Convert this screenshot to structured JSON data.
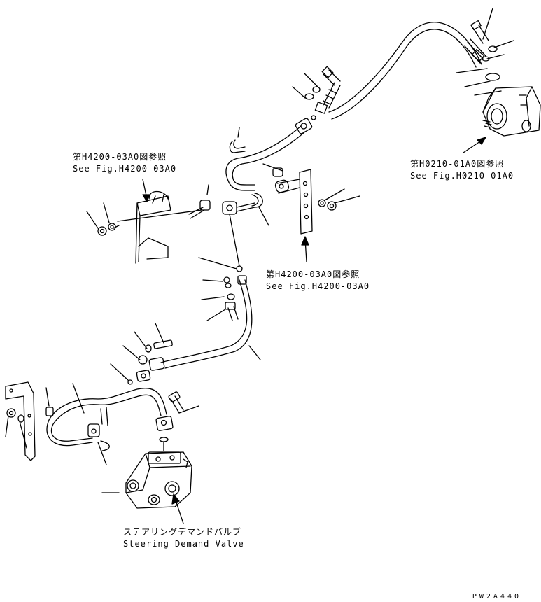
{
  "labels": {
    "ref_top_left": {
      "jp": "第H4200-03A0図参照",
      "en": "See Fig.H4200-03A0"
    },
    "ref_pump": {
      "jp": "第H0210-01A0図参照",
      "en": "See Fig.H0210-01A0"
    },
    "ref_bracket": {
      "jp": "第H4200-03A0図参照",
      "en": "See Fig.H4200-03A0"
    },
    "valve": {
      "jp": "ステアリングデマンドバルブ",
      "en": "Steering Demand Valve"
    }
  },
  "drawing_code": "PW2A440",
  "colors": {
    "line": "#000000",
    "background": "#ffffff"
  }
}
